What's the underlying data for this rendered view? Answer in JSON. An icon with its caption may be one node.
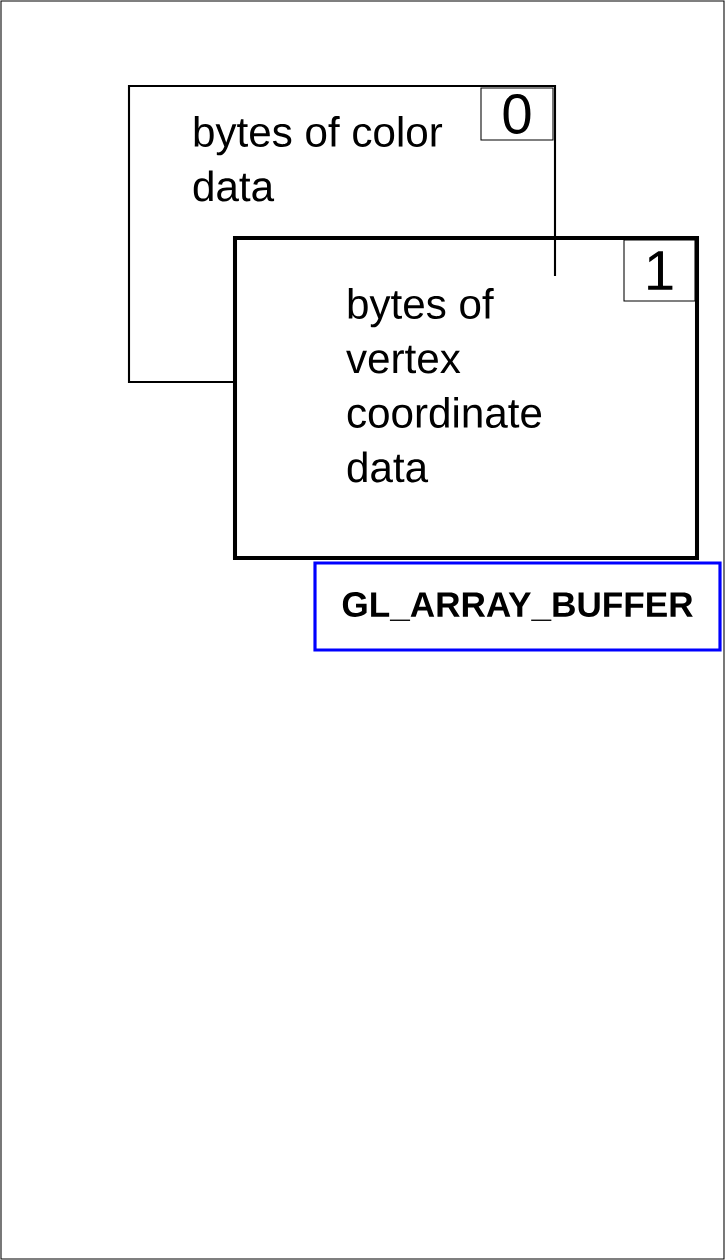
{
  "diagram": {
    "nodes": [
      {
        "text": [
          "bytes of color data"
        ]
      },
      {
        "text": [
          "0"
        ],
        "in": 0
      },
      {
        "text": [
          "bytes of vertex coordinate data"
        ]
      },
      {
        "text": [
          "1"
        ],
        "in": 2
      },
      {
        "text": [
          "GL_ARRAY_BUFFER"
        ]
      }
    ]
  }
}
